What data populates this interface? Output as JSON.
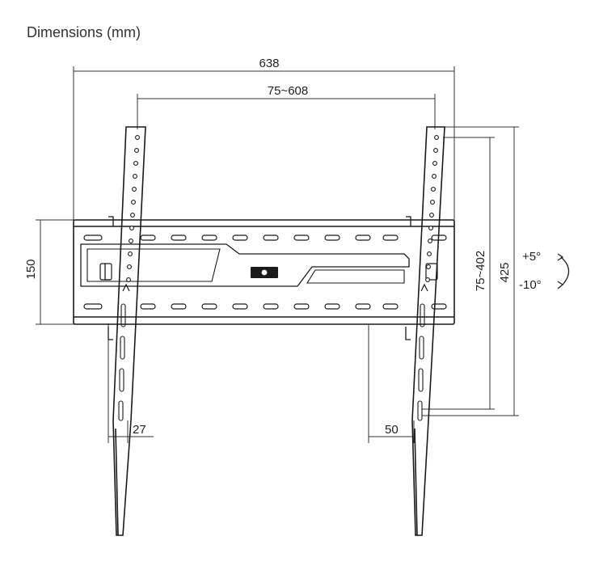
{
  "title": "Dimensions (mm)",
  "dimensions": {
    "overall_width": "638",
    "vesa_horizontal": "75~608",
    "vesa_vertical": "75~402",
    "overall_height": "425",
    "plate_height": "150",
    "arm_depth": "27",
    "wall_distance": "50"
  },
  "tilt": {
    "up": "+5°",
    "down": "-10°"
  },
  "line_color": "#1a1a1a",
  "dimension_line_color": "#333333"
}
